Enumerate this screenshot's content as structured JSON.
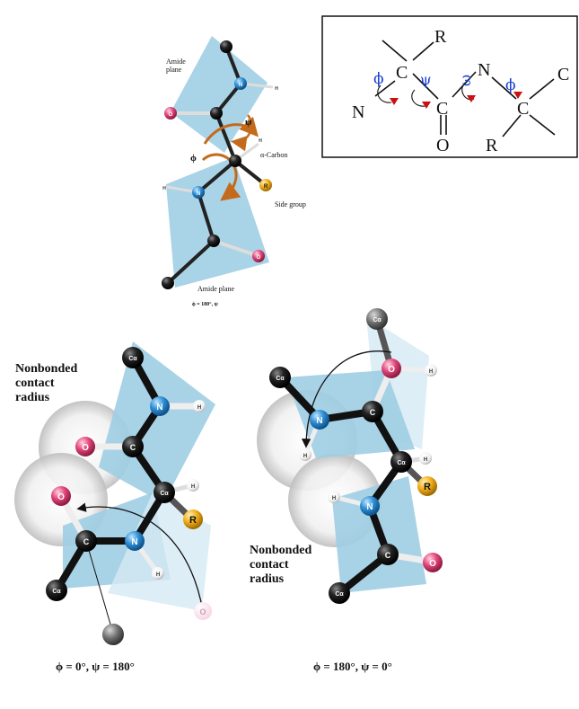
{
  "top": {
    "amide_plane_top": [
      "Amide",
      "plane"
    ],
    "psi_symbol": "ψ",
    "phi_symbol": "ϕ",
    "h_label": "H",
    "alpha_carbon": "α-Carbon",
    "r_label": "R",
    "side_group": "Side group",
    "amide_plane_bottom": "Amide plane",
    "caption": "ϕ = 180°, ψ"
  },
  "schematic": {
    "atoms": {
      "N_left": "N",
      "C1": "C",
      "R_top": "R",
      "C2": "C",
      "O": "O",
      "N_mid": "N",
      "C3": "C",
      "R_bottom": "R",
      "C_right": "C"
    },
    "angles": {
      "phi1": "ϕ",
      "psi": "ψ",
      "omega": "ω",
      "phi2": "ϕ"
    }
  },
  "left_panel": {
    "nonbonded": [
      "Nonbonded",
      "contact",
      "radius"
    ],
    "caption": "ϕ = 0°, ψ = 180°"
  },
  "right_panel": {
    "nonbonded": [
      "Nonbonded",
      "contact",
      "radius"
    ],
    "caption": "ϕ = 180°, ψ = 0°"
  },
  "atom_labels": {
    "N": "N",
    "O": "O",
    "C": "C",
    "H": "H",
    "R": "R",
    "Ca": "Cα"
  },
  "colors": {
    "plane": "#a9d3e6",
    "nitrogen": "#2f8fd6",
    "oxygen": "#e2467a",
    "carbon": "#151515",
    "r_group": "#f3b01b",
    "arrow": "#c46a1c",
    "angle_arrow": "#cc1010",
    "greek": "#1a3fd6"
  }
}
